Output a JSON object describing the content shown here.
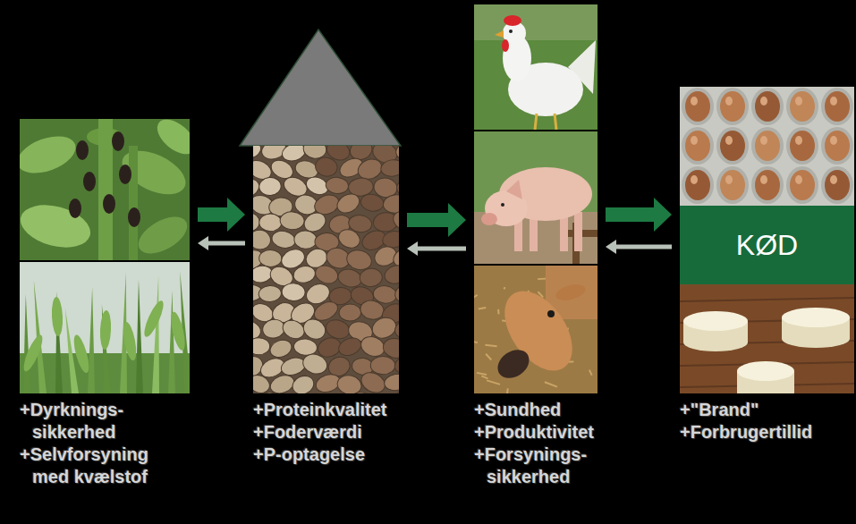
{
  "diagram": {
    "nodes": [
      {
        "text": [
          "+Dyrknings- sikkerhed",
          "+Selvforsyning med kvælstof"
        ]
      },
      {
        "text": [
          "+Proteinkvalitet",
          "+Foderværdi",
          "+P-optagelse"
        ]
      },
      {
        "text": [
          "+Sundhed",
          "+Produktivitet",
          "+Forsynings- sikkerhed"
        ]
      },
      {
        "text": [
          "+\"Brand\"",
          "+Forbrugertillid"
        ]
      },
      {
        "text": [
          "KØD"
        ],
        "in": 3
      }
    ],
    "edges": [
      {
        "from": 0,
        "to": 1,
        "arrow": "to"
      },
      {
        "from": 1,
        "to": 0,
        "arrow": "to"
      },
      {
        "from": 1,
        "to": 2,
        "arrow": "to"
      },
      {
        "from": 2,
        "to": 1,
        "arrow": "to"
      },
      {
        "from": 2,
        "to": 3,
        "arrow": "to"
      },
      {
        "from": 3,
        "to": 2,
        "arrow": "to"
      }
    ]
  }
}
